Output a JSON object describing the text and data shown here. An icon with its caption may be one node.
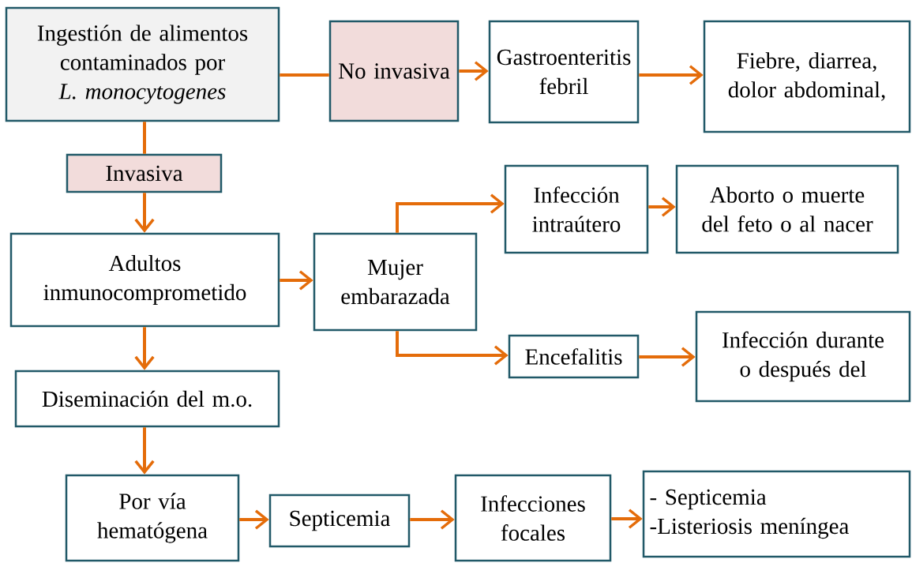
{
  "diagram": {
    "nodes": [
      {
        "text": [
          "Ingestión de alimentos contaminados por *L. monocytogenes*"
        ]
      },
      {
        "text": [
          "No invasiva"
        ]
      },
      {
        "text": [
          "Gastroenteritis febril"
        ]
      },
      {
        "text": [
          "Fiebre, diarrea, dolor abdominal,"
        ]
      },
      {
        "text": [
          "Invasiva"
        ]
      },
      {
        "text": [
          "Adultos inmunocomprometido"
        ]
      },
      {
        "text": [
          "Mujer embarazada"
        ]
      },
      {
        "text": [
          "Infección intraútero"
        ]
      },
      {
        "text": [
          "Aborto o muerte del feto o al nacer"
        ]
      },
      {
        "text": [
          "Encefalitis"
        ]
      },
      {
        "text": [
          "Infección durante o después del"
        ]
      },
      {
        "text": [
          "Diseminación del m.o."
        ]
      },
      {
        "text": [
          "Por vía hematógena"
        ]
      },
      {
        "text": [
          "Septicemia"
        ]
      },
      {
        "text": [
          "Infecciones focales"
        ]
      },
      {
        "text": [
          "- Septicemia",
          "-Listeriosis meníngea"
        ]
      }
    ],
    "edges": [
      {
        "from": 0,
        "to": 1,
        "arrow": "none"
      },
      {
        "from": 1,
        "to": 2,
        "arrow": "to"
      },
      {
        "from": 2,
        "to": 3,
        "arrow": "to"
      },
      {
        "from": 0,
        "to": 4,
        "arrow": "none"
      },
      {
        "from": 4,
        "to": 5,
        "arrow": "to"
      },
      {
        "from": 5,
        "to": 6,
        "arrow": "to"
      },
      {
        "from": 6,
        "to": 7,
        "arrow": "to"
      },
      {
        "from": 6,
        "to": 9,
        "arrow": "to"
      },
      {
        "from": 7,
        "to": 8,
        "arrow": "to"
      },
      {
        "from": 9,
        "to": 10,
        "arrow": "to"
      },
      {
        "from": 5,
        "to": 11,
        "arrow": "to"
      },
      {
        "from": 11,
        "to": 12,
        "arrow": "to"
      },
      {
        "from": 12,
        "to": 13,
        "arrow": "to"
      },
      {
        "from": 13,
        "to": 14,
        "arrow": "to"
      },
      {
        "from": 14,
        "to": 15,
        "arrow": "to"
      }
    ]
  }
}
